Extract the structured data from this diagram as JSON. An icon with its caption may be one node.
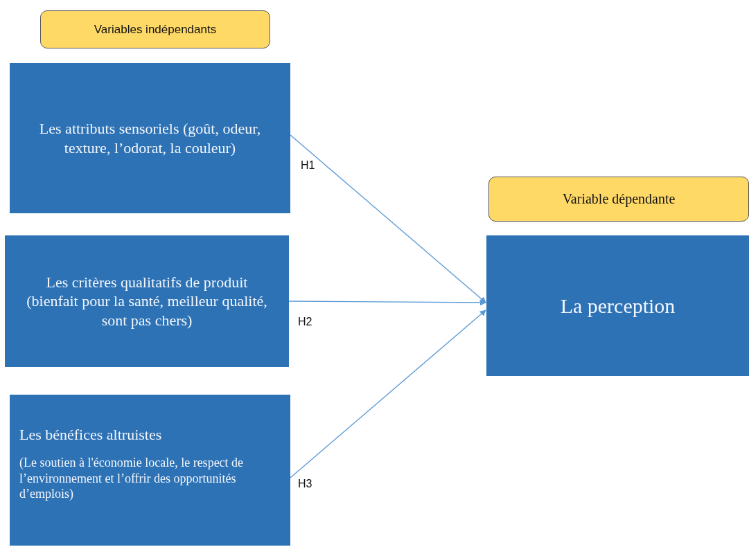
{
  "diagram": {
    "nodes": [
      {
        "text": [
          "Variables indépendants"
        ]
      },
      {
        "text": [
          "Les attributs sensoriels (goût, odeur, texture, l’odorat, la couleur)"
        ]
      },
      {
        "text": [
          "Les critères qualitatifs de produit (bienfait pour la santé, meilleur qualité, sont pas chers)"
        ]
      },
      {
        "text": [
          "Les bénéfices altruistes",
          "(Le soutien à l'économie locale, le respect de l’environnement et l’offrir des opportunités d’emplois)"
        ]
      },
      {
        "text": [
          "Variable dépendante"
        ]
      },
      {
        "text": [
          "La perception"
        ]
      }
    ],
    "edges": [
      {
        "from": 1,
        "to": 5,
        "arrow": "to",
        "label": "H1"
      },
      {
        "from": 2,
        "to": 5,
        "arrow": "to",
        "label": "H2"
      },
      {
        "from": 3,
        "to": 5,
        "arrow": "to",
        "label": "H3"
      }
    ]
  }
}
